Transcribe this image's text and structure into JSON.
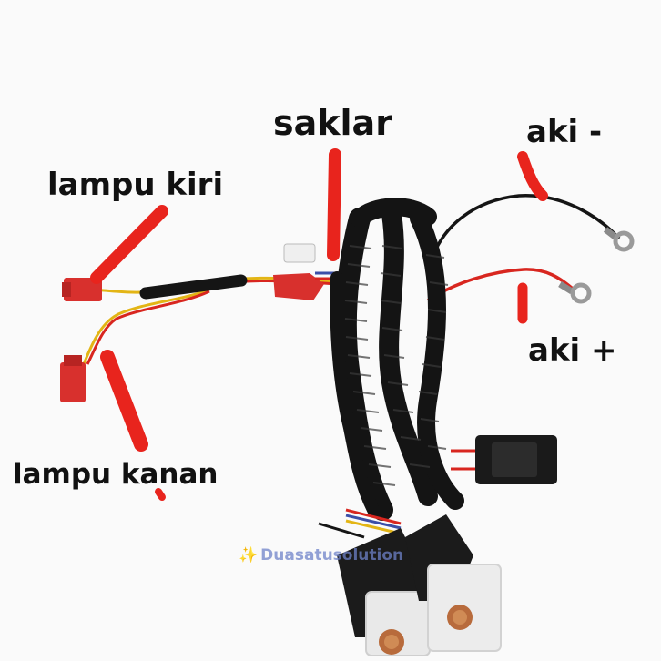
{
  "labels": {
    "saklar": "saklar",
    "aki_minus": "aki -",
    "lampu_kiri": "lampu kiri",
    "aki_plus": "aki +",
    "lampu_kanan": "lampu kanan"
  },
  "watermark": {
    "icon": "sparkle-icon",
    "text": "Duasatusolution"
  },
  "colors": {
    "annotation_red": "#e8241d",
    "cable_black": "#141414",
    "wire_red": "#d8261f",
    "wire_yellow": "#e3b515",
    "connector_red": "#d8302d"
  }
}
